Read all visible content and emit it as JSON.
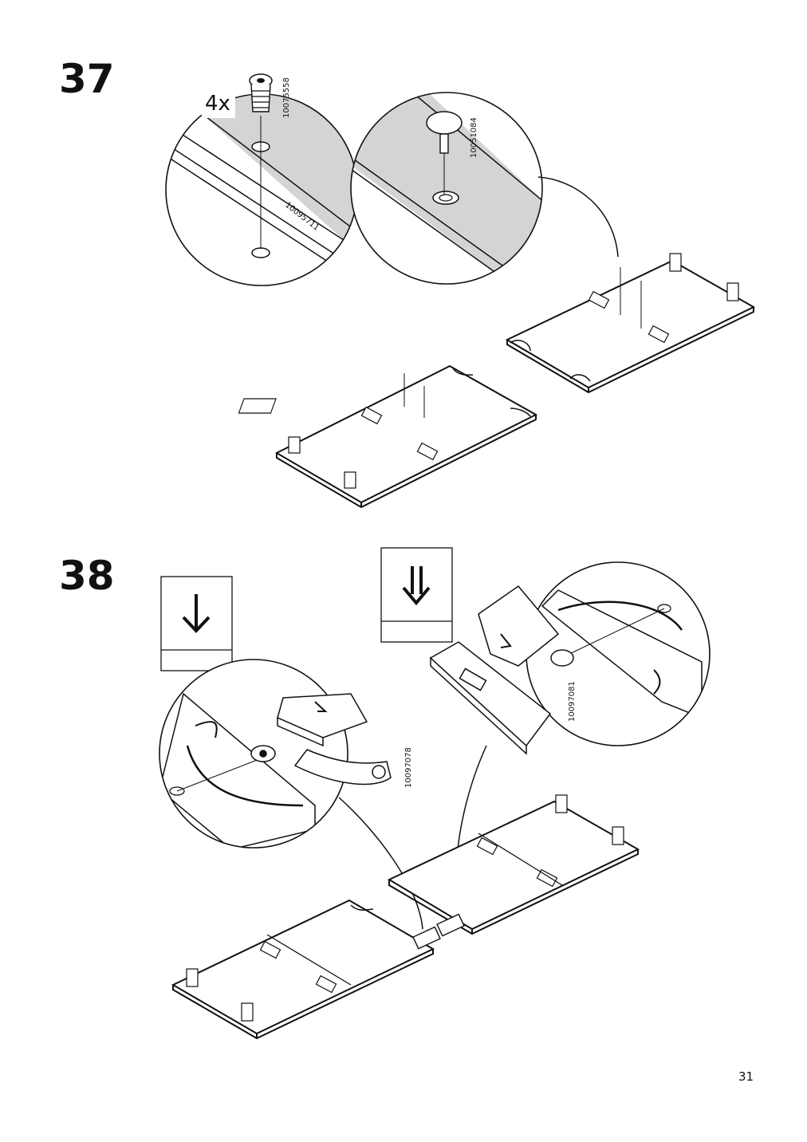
{
  "steps": [
    {
      "number": "37",
      "quantity": "4x",
      "part_numbers": [
        "10075558",
        "10051084",
        "10095711"
      ]
    },
    {
      "number": "38",
      "part_numbers": [
        "10097078",
        "10097081"
      ],
      "symbols": [
        "single-down-arrow-icon",
        "double-down-arrow-icon"
      ]
    }
  ],
  "page_number": "31"
}
